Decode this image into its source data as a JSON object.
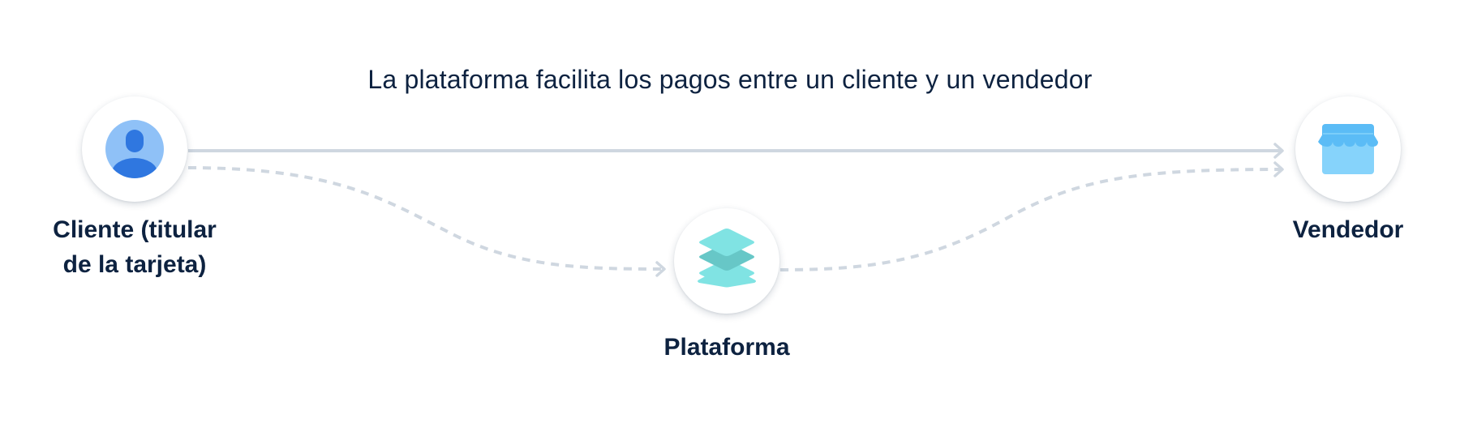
{
  "title": "La plataforma facilita los pagos entre un cliente y un vendedor",
  "nodes": {
    "client": {
      "label_line1": "Cliente (titular",
      "label_line2": "de la tarjeta)",
      "icon": "user-icon"
    },
    "platform": {
      "label": "Plataforma",
      "icon": "layers-icon"
    },
    "vendor": {
      "label": "Vendedor",
      "icon": "storefront-icon"
    }
  },
  "flows": [
    {
      "from": "client",
      "to": "vendor",
      "style": "solid"
    },
    {
      "from": "client",
      "to": "platform",
      "style": "dashed"
    },
    {
      "from": "platform",
      "to": "vendor",
      "style": "dashed"
    }
  ],
  "colors": {
    "text": "#0d2240",
    "line": "#cfd7e0",
    "user_bg": "#8fc1f7",
    "user_fg": "#2f77e0",
    "layers_light": "#80e3e3",
    "layers_mid": "#67c7c7",
    "store_top": "#5bbcf6",
    "store_body": "#86d3fb"
  }
}
